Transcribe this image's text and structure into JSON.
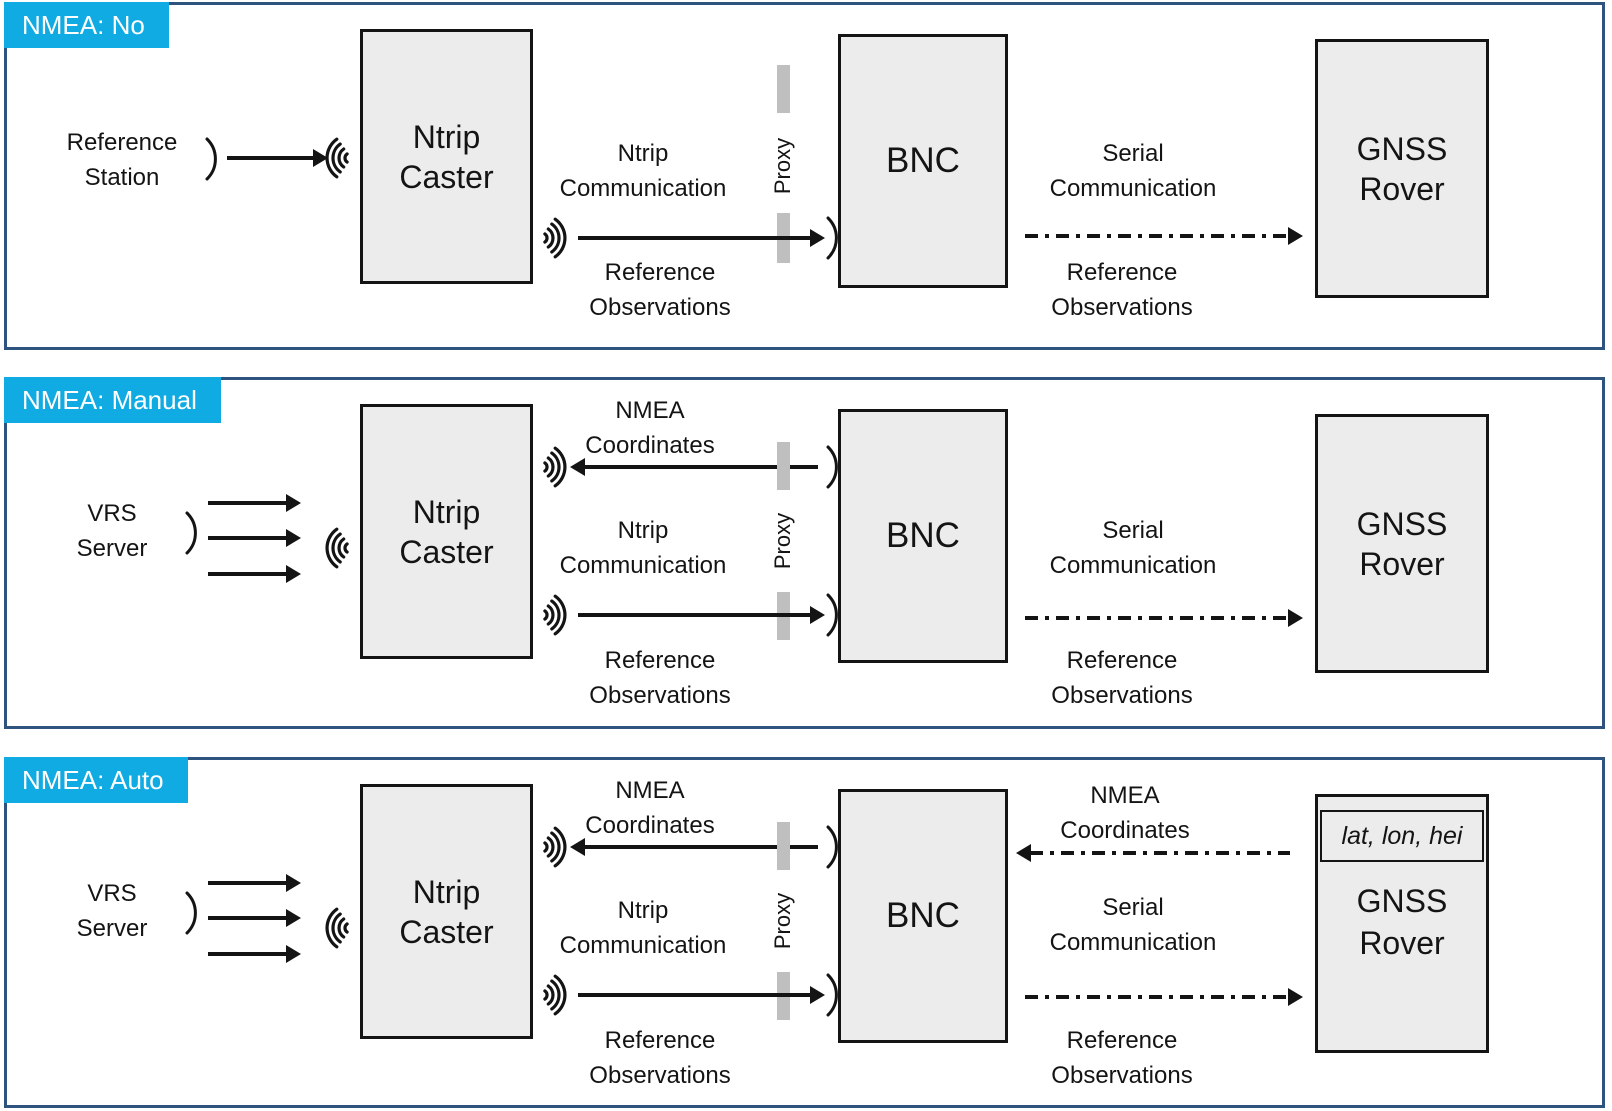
{
  "colors": {
    "tag_background": "#10ABE2",
    "tag_text": "#FFFFFF",
    "panel_border": "#2E537F",
    "node_fill": "#ECECEC",
    "node_border": "#141414",
    "proxy_bar": "#BFBFBF",
    "arrow": "#141414"
  },
  "panels": [
    {
      "tag": "NMEA: No",
      "source_label": "Reference Station",
      "caster_label": "Ntrip Caster",
      "bnc_label": "BNC",
      "rover_label": "GNSS Rover",
      "proxy_label": "Proxy",
      "flows": {
        "ntrip": "Ntrip Communication",
        "ref_obs_caster_bnc": "Reference Observations",
        "serial": "Serial Communication",
        "ref_obs_bnc_rover": "Reference Observations"
      }
    },
    {
      "tag": "NMEA: Manual",
      "source_label": "VRS Server",
      "caster_label": "Ntrip Caster",
      "bnc_label": "BNC",
      "rover_label": "GNSS Rover",
      "proxy_label": "Proxy",
      "flows": {
        "nmea_bnc_caster": "NMEA Coordinates",
        "ntrip": "Ntrip Communication",
        "ref_obs_caster_bnc": "Reference Observations",
        "serial": "Serial Communication",
        "ref_obs_bnc_rover": "Reference Observations"
      }
    },
    {
      "tag": "NMEA: Auto",
      "source_label": "VRS Server",
      "caster_label": "Ntrip Caster",
      "bnc_label": "BNC",
      "rover_label": "GNSS Rover",
      "rover_inner_label": "lat, lon, hei",
      "proxy_label": "Proxy",
      "flows": {
        "nmea_bnc_caster": "NMEA Coordinates",
        "ntrip": "Ntrip Communication",
        "ref_obs_caster_bnc": "Reference Observations",
        "nmea_rover_bnc": "NMEA Coordinates",
        "serial": "Serial Communication",
        "ref_obs_bnc_rover": "Reference Observations"
      }
    }
  ]
}
